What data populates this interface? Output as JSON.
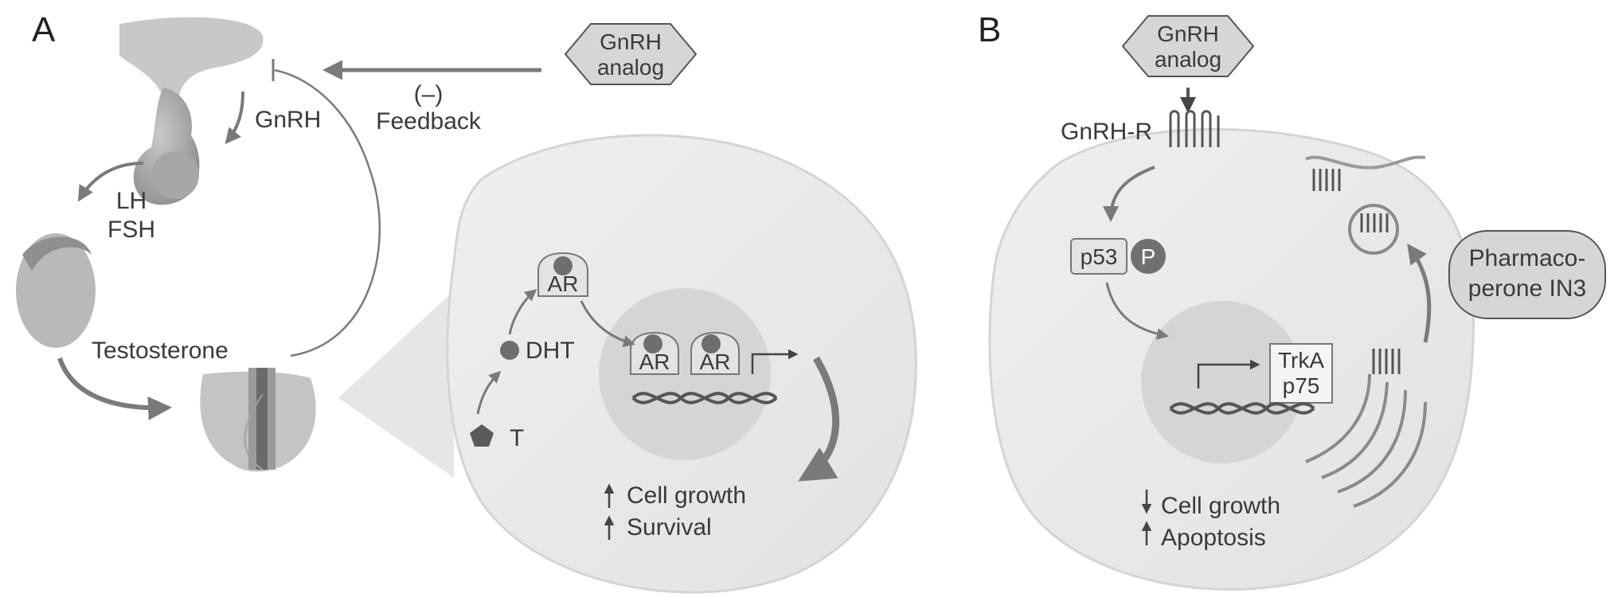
{
  "panels": {
    "a": {
      "letter": "A",
      "gnrh_analog_line1": "GnRH",
      "gnrh_analog_line2": "analog",
      "feedback_sign": "(–)",
      "feedback_label": "Feedback",
      "gnrh_label": "GnRH",
      "lh_label": "LH",
      "fsh_label": "FSH",
      "testosterone_label": "Testosterone",
      "ar_label": "AR",
      "dht_label": "DHT",
      "t_label": "T",
      "effect_1": "Cell growth",
      "effect_2": "Survival"
    },
    "b": {
      "letter": "B",
      "gnrh_analog_line1": "GnRH",
      "gnrh_analog_line2": "analog",
      "receptor_label": "GnRH-R",
      "p53_label": "p53",
      "phospho_label": "P",
      "target_1": "TrkA",
      "target_2": "p75",
      "effect_1": "Cell growth",
      "effect_2": "Apoptosis",
      "drug_line1": "Pharmaco-",
      "drug_line2": "perone IN3"
    }
  },
  "colors": {
    "cell": "#ebebeb",
    "cell_stroke": "#d4d4d4",
    "nucleus": "#d9d9d9",
    "arrow": "#7a7a7a",
    "hexagon": "#d6d6d6",
    "dark": "#555555"
  }
}
